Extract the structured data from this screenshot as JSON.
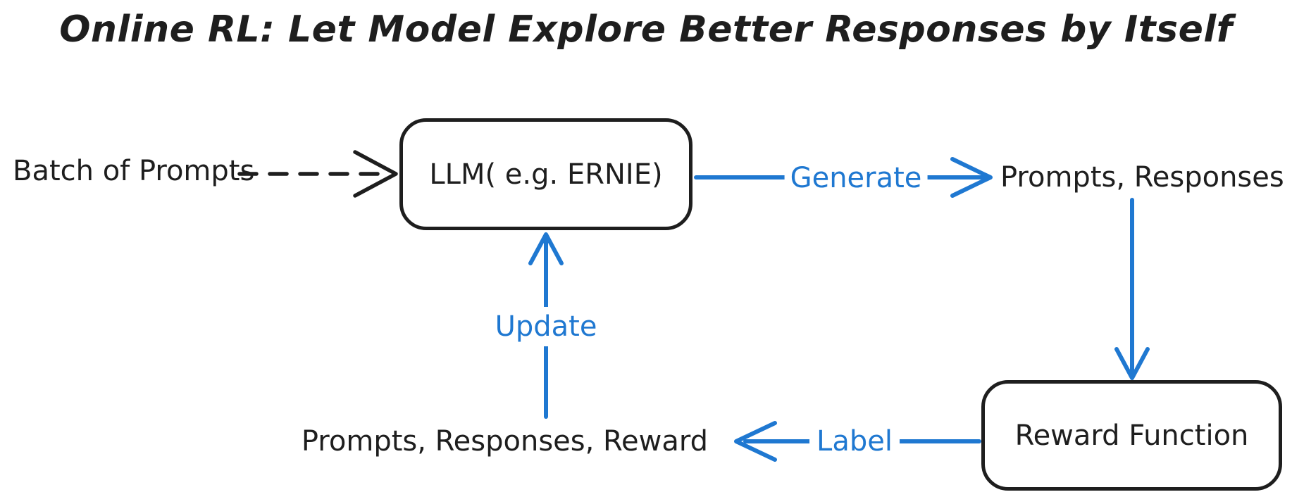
{
  "title": "Online RL: Let Model Explore Better Responses by Itself",
  "colors": {
    "ink": "#1e1e1e",
    "accent": "#1f78d1",
    "background": "#ffffff"
  },
  "nodes": {
    "llm": {
      "label": "LLM( e.g. ERNIE)"
    },
    "reward_function": {
      "label": "Reward Function"
    }
  },
  "annotations": {
    "batch_of_prompts": "Batch of Prompts",
    "prompts_responses": "Prompts, Responses",
    "prompts_responses_reward": "Prompts, Responses, Reward"
  },
  "edges": {
    "input": {
      "label": "",
      "from": "Batch of Prompts",
      "to": "LLM( e.g. ERNIE)",
      "style": "dashed",
      "color": "ink"
    },
    "generate": {
      "label": "Generate",
      "from": "LLM( e.g. ERNIE)",
      "to": "Prompts, Responses",
      "style": "solid",
      "color": "accent"
    },
    "score": {
      "label": "",
      "from": "Prompts, Responses",
      "to": "Reward Function",
      "style": "solid",
      "color": "accent"
    },
    "label": {
      "label": "Label",
      "from": "Reward Function",
      "to": "Prompts, Responses, Reward",
      "style": "solid",
      "color": "accent"
    },
    "update": {
      "label": "Update",
      "from": "Prompts, Responses, Reward",
      "to": "LLM( e.g. ERNIE)",
      "style": "solid",
      "color": "accent"
    }
  }
}
